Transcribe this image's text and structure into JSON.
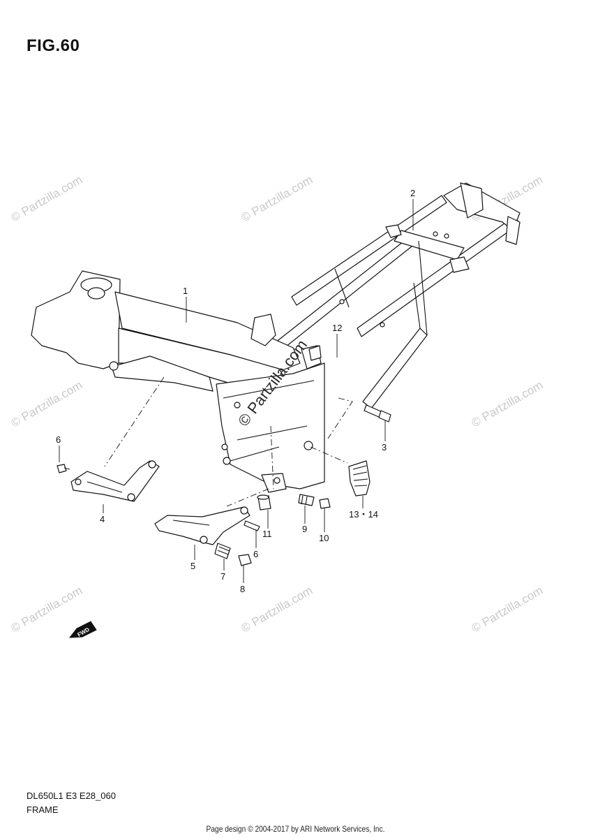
{
  "figure": {
    "title": "FIG.60"
  },
  "callouts": [
    {
      "id": "c1",
      "label": "1"
    },
    {
      "id": "c2",
      "label": "2"
    },
    {
      "id": "c3",
      "label": "3"
    },
    {
      "id": "c4",
      "label": "4"
    },
    {
      "id": "c5",
      "label": "5"
    },
    {
      "id": "c6a",
      "label": "6"
    },
    {
      "id": "c6b",
      "label": "6"
    },
    {
      "id": "c7",
      "label": "7"
    },
    {
      "id": "c8",
      "label": "8"
    },
    {
      "id": "c9",
      "label": "9"
    },
    {
      "id": "c10",
      "label": "10"
    },
    {
      "id": "c11",
      "label": "11"
    },
    {
      "id": "c12",
      "label": "12"
    },
    {
      "id": "c1314",
      "label": "13・14"
    }
  ],
  "watermark": {
    "text": "© Partzilla.com",
    "center_text": "© Partzilla.com"
  },
  "fwd_badge": {
    "text": "FWD"
  },
  "footer_info": {
    "model_code": "DL650L1 E3 E28_060",
    "section_name": "FRAME",
    "credit": "Page design © 2004-2017 by ARI Network Services, Inc."
  },
  "colors": {
    "line": "#111111",
    "watermark": "#c9c9c9",
    "background": "#ffffff"
  }
}
